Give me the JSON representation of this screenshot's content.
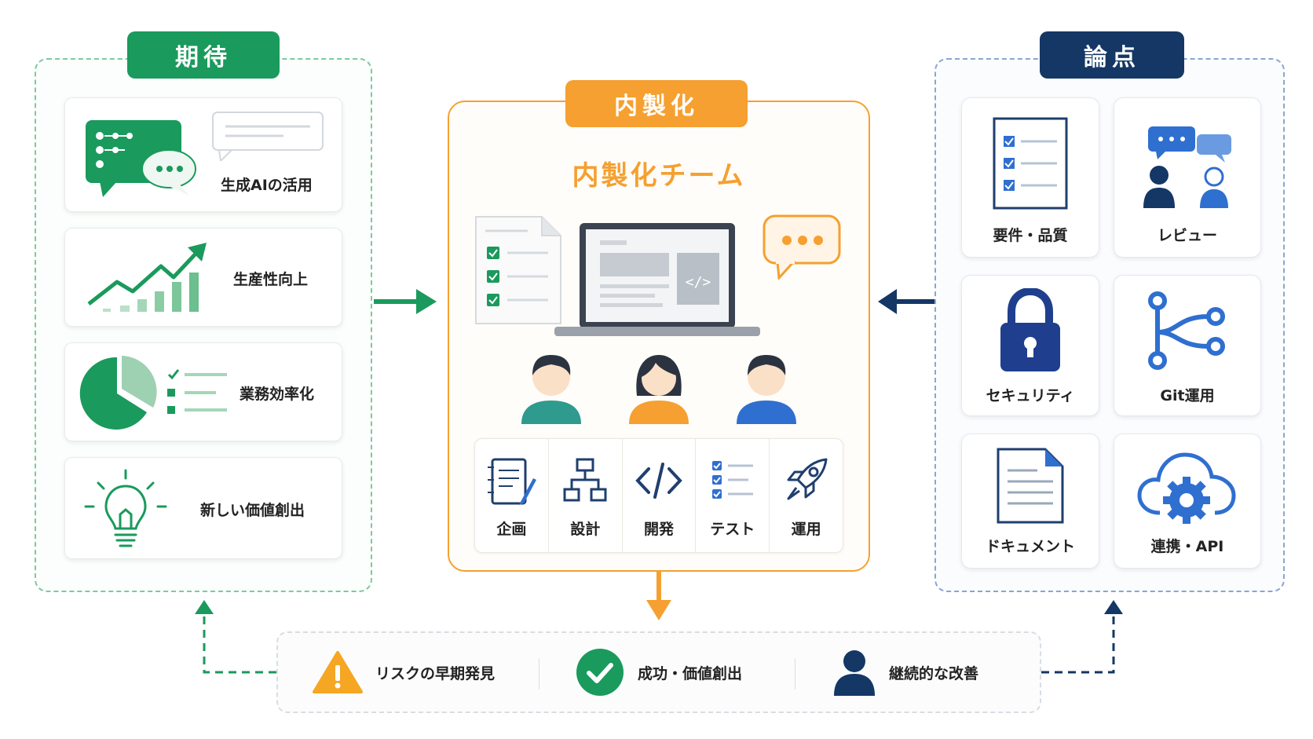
{
  "expectations": {
    "tag": "期待",
    "items": [
      {
        "label": "生成AIの活用"
      },
      {
        "label": "生産性向上"
      },
      {
        "label": "業務効率化"
      },
      {
        "label": "新しい価値創出"
      }
    ]
  },
  "insourcing": {
    "tag": "内製化",
    "team_title": "内製化チーム",
    "steps": [
      {
        "label": "企画"
      },
      {
        "label": "設計"
      },
      {
        "label": "開発"
      },
      {
        "label": "テスト"
      },
      {
        "label": "運用"
      }
    ]
  },
  "issues": {
    "tag": "論点",
    "items": [
      {
        "label": "要件・品質"
      },
      {
        "label": "レビュー"
      },
      {
        "label": "セキュリティ"
      },
      {
        "label": "Git運用"
      },
      {
        "label": "ドキュメント"
      },
      {
        "label": "連携・API"
      }
    ]
  },
  "outcomes": {
    "items": [
      {
        "label": "リスクの早期発見"
      },
      {
        "label": "成功・価値創出"
      },
      {
        "label": "継続的な改善"
      }
    ]
  },
  "colors": {
    "green": "#1a9a5c",
    "orange": "#f5a030",
    "navy": "#143765",
    "blue": "#2f6fd0"
  }
}
